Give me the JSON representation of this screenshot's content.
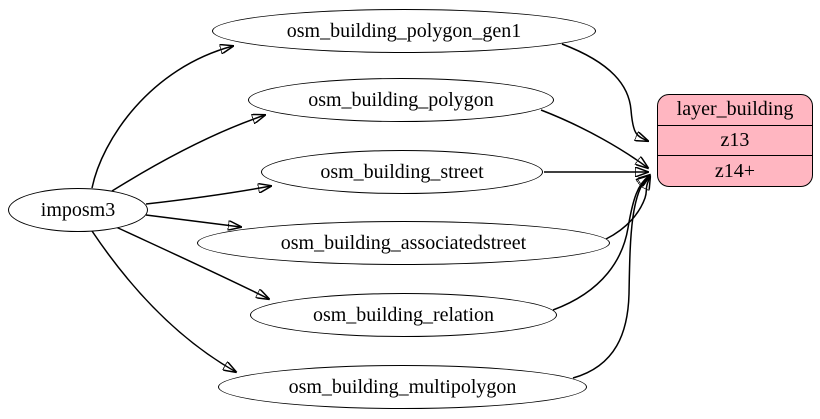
{
  "diagram": {
    "background": "#ffffff",
    "edge_color": "#000000",
    "source_node": {
      "label": "imposm3"
    },
    "table_nodes": [
      {
        "label": "osm_building_polygon_gen1"
      },
      {
        "label": "osm_building_polygon"
      },
      {
        "label": "osm_building_street"
      },
      {
        "label": "osm_building_associatedstreet"
      },
      {
        "label": "osm_building_relation"
      },
      {
        "label": "osm_building_multipolygon"
      }
    ],
    "layer_node": {
      "title": "layer_building",
      "rows": [
        {
          "label": "z13"
        },
        {
          "label": "z14+"
        }
      ],
      "fill_color": "#ffb6c1",
      "border_color": "#000000"
    },
    "edges": [
      {
        "from": "imposm3",
        "to": "osm_building_polygon_gen1"
      },
      {
        "from": "imposm3",
        "to": "osm_building_polygon"
      },
      {
        "from": "imposm3",
        "to": "osm_building_street"
      },
      {
        "from": "imposm3",
        "to": "osm_building_associatedstreet"
      },
      {
        "from": "imposm3",
        "to": "osm_building_relation"
      },
      {
        "from": "imposm3",
        "to": "osm_building_multipolygon"
      },
      {
        "from": "osm_building_polygon_gen1",
        "to": "layer_building.z13"
      },
      {
        "from": "osm_building_polygon",
        "to": "layer_building.z14+"
      },
      {
        "from": "osm_building_street",
        "to": "layer_building.z14+"
      },
      {
        "from": "osm_building_associatedstreet",
        "to": "layer_building.z14+"
      },
      {
        "from": "osm_building_relation",
        "to": "layer_building.z14+"
      },
      {
        "from": "osm_building_multipolygon",
        "to": "layer_building.z14+"
      }
    ]
  }
}
